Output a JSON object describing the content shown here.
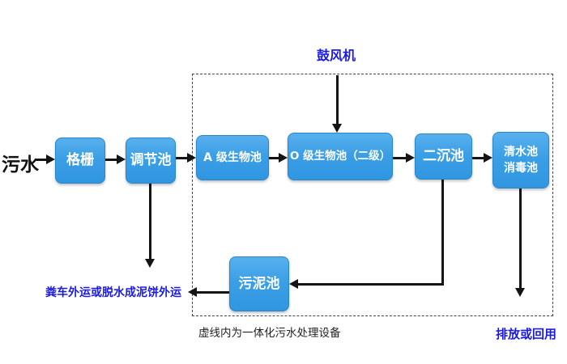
{
  "diagram": {
    "type": "flowchart",
    "subject": "integrated wastewater treatment process"
  },
  "labels": {
    "influent": "污水",
    "blower": "鼓风机",
    "sludge_out": "粪车外运或脱水成泥饼外运",
    "dashed_note": "虚线内为一体化污水处理设备",
    "effluent": "排放或回用"
  },
  "nodes": [
    {
      "id": "grid",
      "label": "格栅"
    },
    {
      "id": "regulating",
      "label": "调节池"
    },
    {
      "id": "a_bio",
      "label": "A 级生物池"
    },
    {
      "id": "o_bio",
      "label": "O 级生物池（二级）"
    },
    {
      "id": "secondary",
      "label": "二沉池"
    },
    {
      "id": "clearwater",
      "label": "清水池",
      "label2": "消毒池"
    },
    {
      "id": "sludge",
      "label": "污泥池"
    }
  ],
  "edges": [
    {
      "from": "influent",
      "to": "grid"
    },
    {
      "from": "grid",
      "to": "regulating"
    },
    {
      "from": "regulating",
      "to": "a_bio"
    },
    {
      "from": "a_bio",
      "to": "o_bio"
    },
    {
      "from": "o_bio",
      "to": "secondary"
    },
    {
      "from": "secondary",
      "to": "clearwater"
    },
    {
      "from": "blower",
      "to": "o_bio"
    },
    {
      "from": "regulating",
      "to": "sludge_out"
    },
    {
      "from": "secondary",
      "to": "sludge"
    },
    {
      "from": "sludge",
      "to": "sludge_out"
    },
    {
      "from": "clearwater",
      "to": "effluent"
    }
  ],
  "colors": {
    "box_fill": "#3b9fe6",
    "box_border": "#2a86c9",
    "box_text": "#ffffff",
    "blue_text": "#1b1be0",
    "line": "#141414",
    "background": "#ffffff"
  }
}
